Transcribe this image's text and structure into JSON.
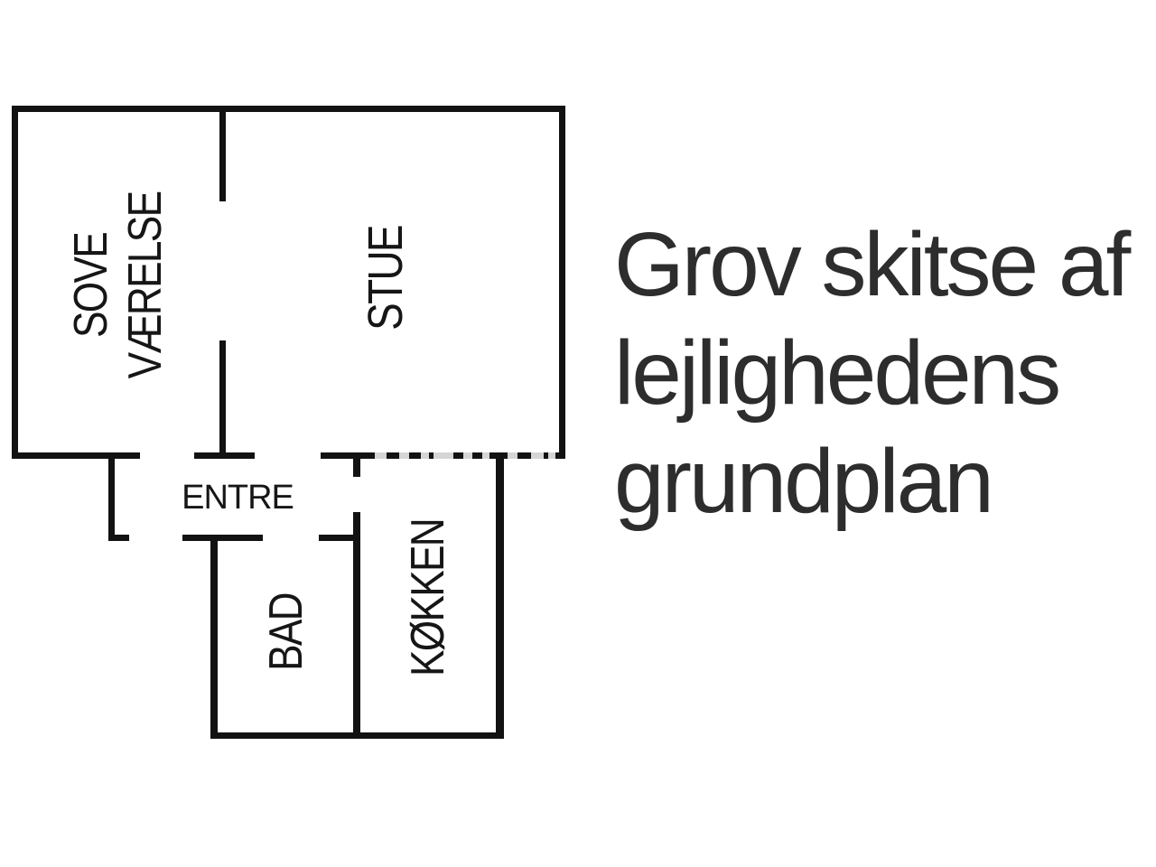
{
  "caption": {
    "line1": "Grov skitse af",
    "line2": "lejlighedens",
    "line3": "grundplan"
  },
  "rooms": {
    "sove": {
      "line1": "SOVE",
      "line2": "VÆRELSE"
    },
    "stue": {
      "label": "STUE"
    },
    "entre": {
      "label": "ENTRE"
    },
    "bad": {
      "label": "BAD"
    },
    "kokken": {
      "label": "KØKKEN"
    }
  },
  "colors": {
    "wall": "#121212",
    "room_label": "#161616",
    "caption_text": "#2d2d2d",
    "background": "#ffffff",
    "watermark_gap": "#d5d5d5"
  }
}
